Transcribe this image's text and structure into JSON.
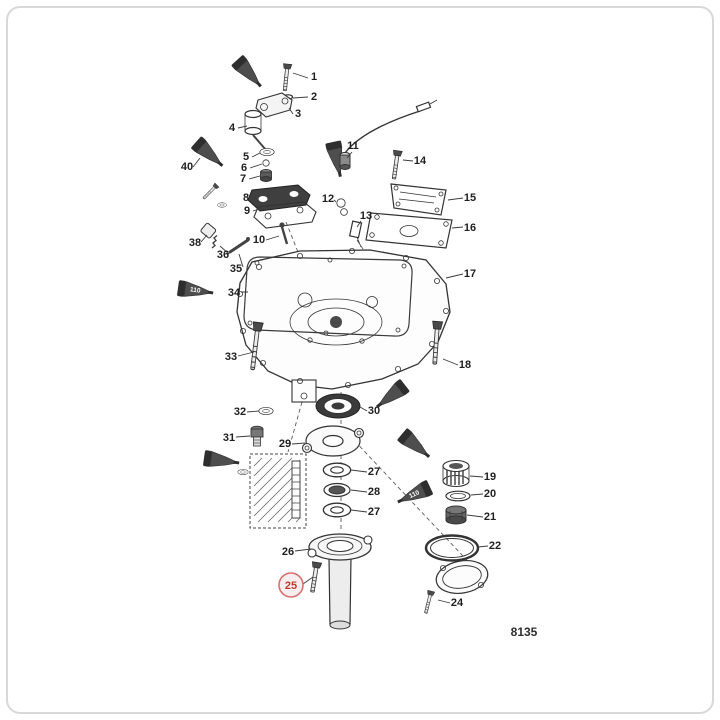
{
  "page": {
    "code": "8135",
    "background": "#ffffff",
    "line_color": "#333333",
    "highlight_color": "#d97070"
  },
  "diagram": {
    "highlighted_callout": "25",
    "tube_labels": [
      "110",
      "110"
    ],
    "callouts": [
      {
        "label": "1"
      },
      {
        "label": "2"
      },
      {
        "label": "3"
      },
      {
        "label": "4"
      },
      {
        "label": "5"
      },
      {
        "label": "6"
      },
      {
        "label": "7"
      },
      {
        "label": "8"
      },
      {
        "label": "9"
      },
      {
        "label": "10"
      },
      {
        "label": "11"
      },
      {
        "label": "12"
      },
      {
        "label": "13"
      },
      {
        "label": "14"
      },
      {
        "label": "15"
      },
      {
        "label": "16"
      },
      {
        "label": "17"
      },
      {
        "label": "18"
      },
      {
        "label": "19"
      },
      {
        "label": "20"
      },
      {
        "label": "21"
      },
      {
        "label": "22"
      },
      {
        "label": "24"
      },
      {
        "label": "25",
        "highlighted": true
      },
      {
        "label": "26"
      },
      {
        "label": "27"
      },
      {
        "label": "28"
      },
      {
        "label": "27"
      },
      {
        "label": "29"
      },
      {
        "label": "30"
      },
      {
        "label": "31"
      },
      {
        "label": "32"
      },
      {
        "label": "33"
      },
      {
        "label": "34"
      },
      {
        "label": "35"
      },
      {
        "label": "36"
      },
      {
        "label": "38"
      },
      {
        "label": "40"
      }
    ]
  }
}
